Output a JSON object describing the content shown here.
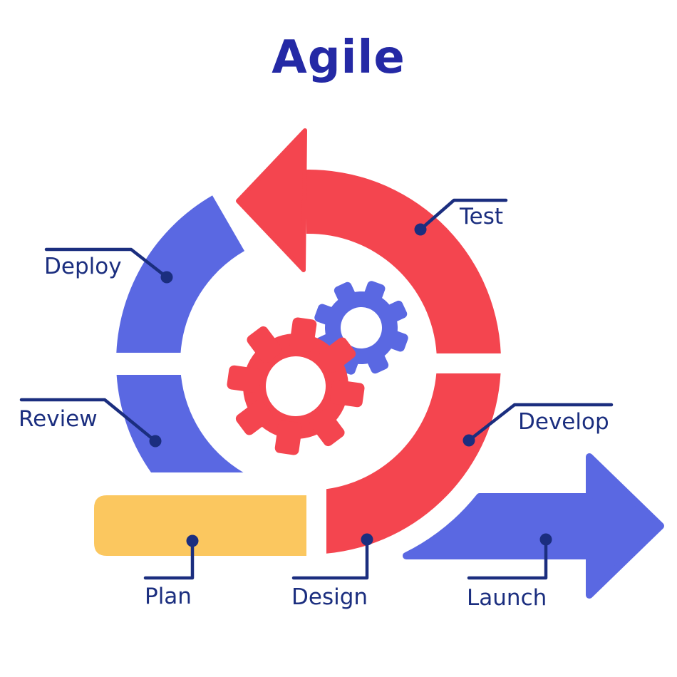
{
  "title": "Agile",
  "stages": {
    "test": "Test",
    "deploy": "Deploy",
    "review": "Review",
    "plan": "Plan",
    "design": "Design",
    "develop": "Develop",
    "launch": "Launch"
  },
  "colors": {
    "red": "#F4454F",
    "blue": "#5A68E2",
    "yellow": "#FBC75F",
    "navy": "#1B2E7F",
    "title_blue": "#2429A5",
    "white": "#FFFFFF"
  },
  "icons": {
    "center": "gears",
    "cycle_arrowhead": "counterclockwise-arrow",
    "launch": "right-arrow"
  }
}
